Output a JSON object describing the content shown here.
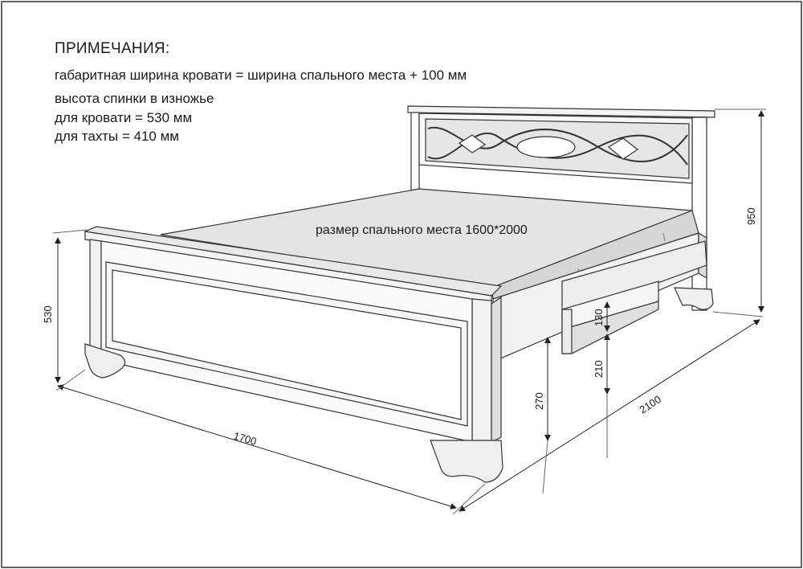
{
  "notes": {
    "title": "ПРИМЕЧАНИЯ:",
    "line1": "габаритная ширина кровати = ширина спального места + 100 мм",
    "line2": "высота спинки в изножье",
    "line3": "для кровати = 530 мм",
    "line4": "для тахты = 410 мм"
  },
  "diagram": {
    "mattress_label": "размер спального места 1600*2000",
    "dimensions": {
      "width": "1700",
      "length": "2100",
      "headboard_height": "950",
      "footboard_height": "530",
      "frame_clearance": "270",
      "drawer_clearance": "210",
      "drawer_height": "130"
    }
  }
}
